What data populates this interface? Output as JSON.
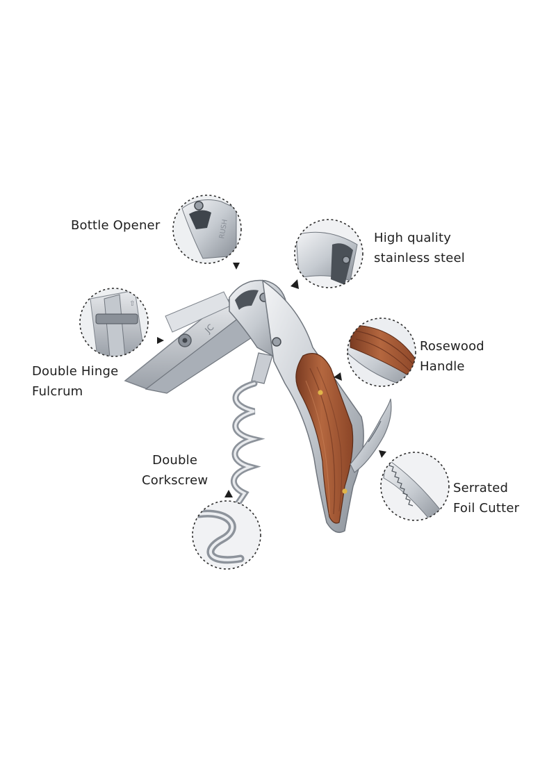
{
  "colors": {
    "background": "#ffffff",
    "steel_light": "#e9ebee",
    "steel_mid": "#b9bec5",
    "steel_dark": "#6f757d",
    "rosewood": "#a4573a",
    "rosewood_dark": "#6e3520",
    "callout_border": "#2b2b2b",
    "text": "#1e1e1e"
  },
  "callouts": {
    "bottle_opener": {
      "line1": "Bottle Opener",
      "line2": "",
      "icon": "bottle-opener-detail"
    },
    "stainless_steel": {
      "line1": "High quality",
      "line2": "stainless steel",
      "icon": "steel-blade-detail"
    },
    "double_hinge": {
      "line1": "Double Hinge",
      "line2": "Fulcrum",
      "icon": "hinge-detail"
    },
    "rosewood_handle": {
      "line1": "Rosewood",
      "line2": "Handle",
      "icon": "wood-handle-detail"
    },
    "double_corkscrew": {
      "line1": "Double",
      "line2": "Corkscrew",
      "icon": "corkscrew-detail"
    },
    "foil_cutter": {
      "line1": "Serrated",
      "line2": "Foil Cutter",
      "icon": "serrated-blade-detail"
    }
  }
}
